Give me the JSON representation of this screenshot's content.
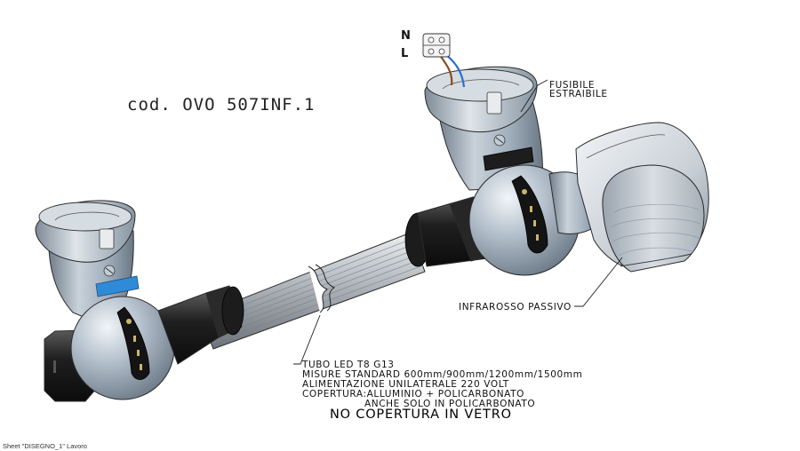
{
  "drawing": {
    "code_label": "cod. OVO 507INF.1",
    "terminal_n": "N",
    "terminal_l": "L",
    "fuse_line1": "FUSIBILE",
    "fuse_line2": "ESTRAIBILE",
    "sensor_label": "INFRAROSSO PASSIVO",
    "tube_notes": [
      "TUBO LED T8  G13",
      "MISURE STANDARD 600mm/900mm/1200mm/1500mm",
      "ALIMENTAZIONE UNILATERALE 220 VOLT",
      "COPERTURA:ALLUMINIO + POLICARBONATO",
      "ANCHE SOLO IN POLICARBONATO"
    ],
    "glass_note": "NO COPERTURA IN VETRO",
    "sheet_label": "Sheet \"DISEGNO_1\" Lavoro"
  },
  "colors": {
    "body_gray": "#9fadbb",
    "sphere_gray": "#b4c0cc",
    "black_part": "#1f1f1f",
    "tube_gray": "#b3b8bd",
    "accent_blue": "#2f8bd8",
    "wire_brown": "#8b4a1c",
    "wire_blue": "#2b6fd0"
  }
}
